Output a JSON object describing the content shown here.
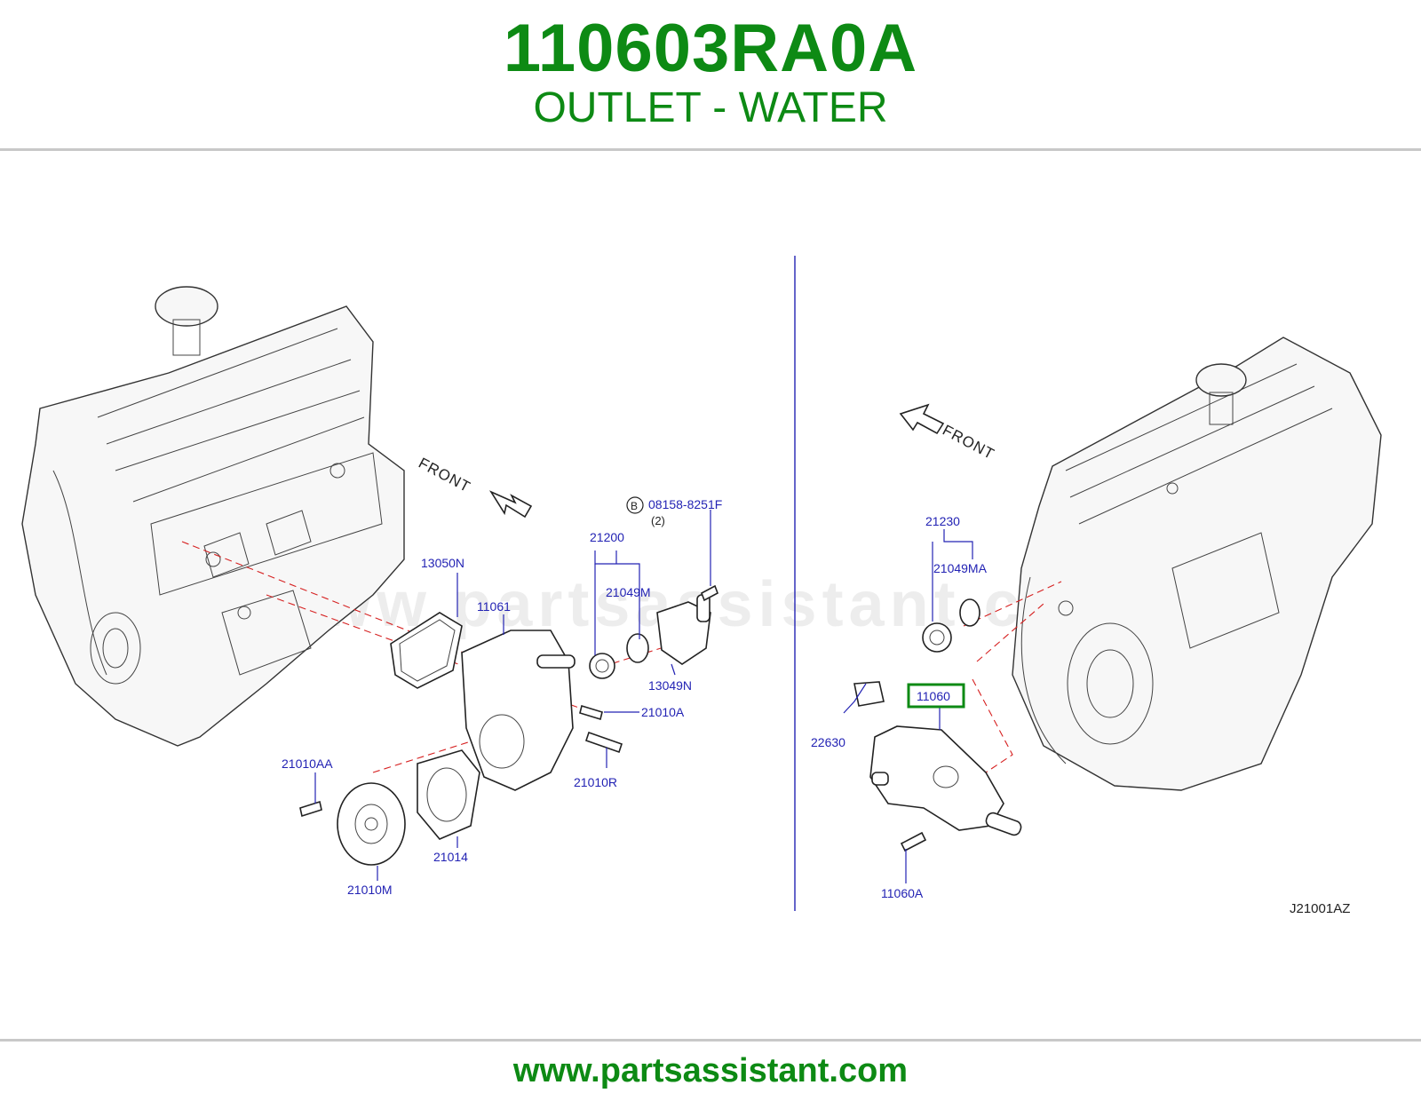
{
  "header": {
    "part_number": "110603RA0A",
    "part_name": "OUTLET - WATER"
  },
  "footer": {
    "url": "www.partsassistant.com"
  },
  "diagram": {
    "watermark": "www.partsassistant.com",
    "front_label": "FRONT",
    "diagram_code": "J21001AZ",
    "bolt_marker": "B",
    "bolt_qty": "(2)",
    "highlight_color": "#0d8a14",
    "label_color": "#2323b4",
    "labels": {
      "p08158_8251F": "08158-8251F",
      "p21200": "21200",
      "p21049M": "21049M",
      "p13050N": "13050N",
      "p11061": "11061",
      "p13049N": "13049N",
      "p21010A": "21010A",
      "p21010R": "21010R",
      "p21010AA": "21010AA",
      "p21014": "21014",
      "p21010M": "21010M",
      "p21230": "21230",
      "p21049MA": "21049MA",
      "p11060": "11060",
      "p22630": "22630",
      "p11060A": "11060A"
    }
  }
}
